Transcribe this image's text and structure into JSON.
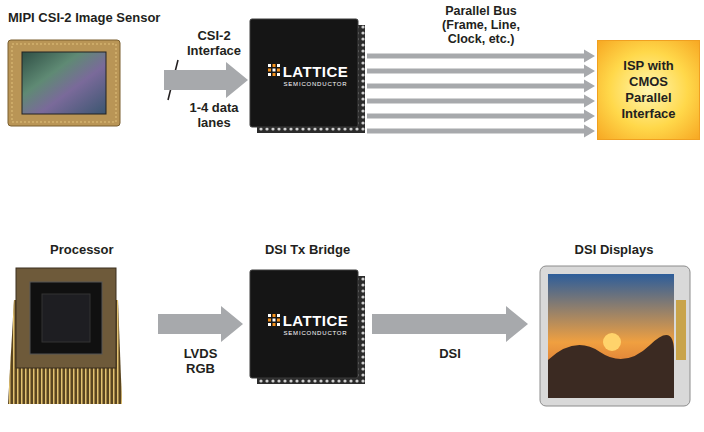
{
  "diagram": {
    "nodes": [
      {
        "text": [
          "MIPI CSI-2 Image Sensor"
        ]
      },
      {
        "text": [
          "LATTICE",
          "SEMICONDUCTOR"
        ]
      },
      {
        "text": [
          "ISP with CMOS Parallel Interface"
        ]
      },
      {
        "text": [
          "Processor"
        ]
      },
      {
        "text": [
          "DSI Tx Bridge",
          "LATTICE",
          "SEMICONDUCTOR"
        ]
      },
      {
        "text": [
          "DSI Displays"
        ]
      }
    ],
    "edges": [
      {
        "from": 0,
        "to": 1,
        "arrow": "to",
        "label": "CSI-2 Interface"
      },
      {
        "from": 1,
        "to": 2,
        "arrow": "to",
        "label": "Parallel Bus (Frame, Line, Clock, etc.)"
      },
      {
        "from": 1,
        "to": 2,
        "arrow": "to"
      },
      {
        "from": 1,
        "to": 2,
        "arrow": "to"
      },
      {
        "from": 1,
        "to": 2,
        "arrow": "to"
      },
      {
        "from": 1,
        "to": 2,
        "arrow": "to"
      },
      {
        "from": 1,
        "to": 2,
        "arrow": "to"
      },
      {
        "from": 3,
        "to": 4,
        "arrow": "to",
        "label": "LVDS RGB"
      },
      {
        "from": 4,
        "to": 5,
        "arrow": "to",
        "label": "DSI"
      }
    ],
    "labels": [
      "1-4 data lanes"
    ]
  }
}
